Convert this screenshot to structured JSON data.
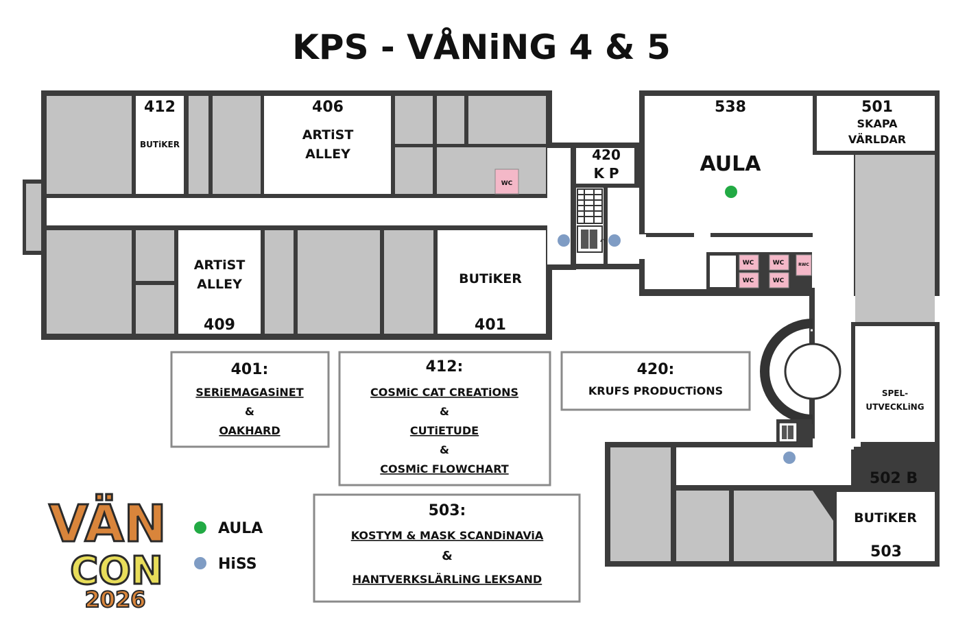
{
  "title": "KPS - VÅNiNG 4 & 5",
  "colors": {
    "wall": "#3c3c3c",
    "room_grey": "#c3c3c3",
    "wc_pink": "#f4b8c8",
    "aula_dot": "#22aa44",
    "hiss_dot": "#7f9cc4",
    "logo_orange": "#d9853b",
    "logo_yellow": "#e8dd5a"
  },
  "rooms": {
    "r412_num": "412",
    "r412_label": "BUTiKER",
    "r406_num": "406",
    "r406_line1": "ARTiST",
    "r406_line2": "ALLEY",
    "r420_num": "420",
    "r420_label": "K P",
    "r538_num": "538",
    "r538_label": "AULA",
    "r501_num": "501",
    "r501_line1": "SKAPA",
    "r501_line2": "VÄRLDAR",
    "r409_line1": "ARTiST",
    "r409_line2": "ALLEY",
    "r409_num": "409",
    "r401_label": "BUTiKER",
    "r401_num": "401",
    "spel_line1": "SPEL-",
    "spel_line2": "UTVECKLiNG",
    "r502_num": "502 B",
    "r503_label": "BUTiKER",
    "r503_num": "503",
    "wc": "WC",
    "rwc": "RWC"
  },
  "info_boxes": {
    "b401": {
      "heading": "401:",
      "line1": "SERiEMAGASiNET",
      "amp": "&",
      "line2": "OAKHARD"
    },
    "b412": {
      "heading": "412:",
      "line1": "COSMiC CAT CREATiONS",
      "amp1": "&",
      "line2": "CUTiETUDE",
      "amp2": "&",
      "line3": "COSMiC FLOWCHART"
    },
    "b420": {
      "heading": "420:",
      "line1": "KRUFS PRODUCTiONS"
    },
    "b503": {
      "heading": "503:",
      "line1": "KOSTYM & MASK SCANDiNAViA",
      "amp": "&",
      "line2": "HANTVERKSLÄRLiNG LEKSAND"
    }
  },
  "legend": {
    "aula": "AULA",
    "hiss": "HiSS"
  },
  "logo": {
    "line1": "VÄN",
    "line2": "CON",
    "line3": "2026"
  }
}
